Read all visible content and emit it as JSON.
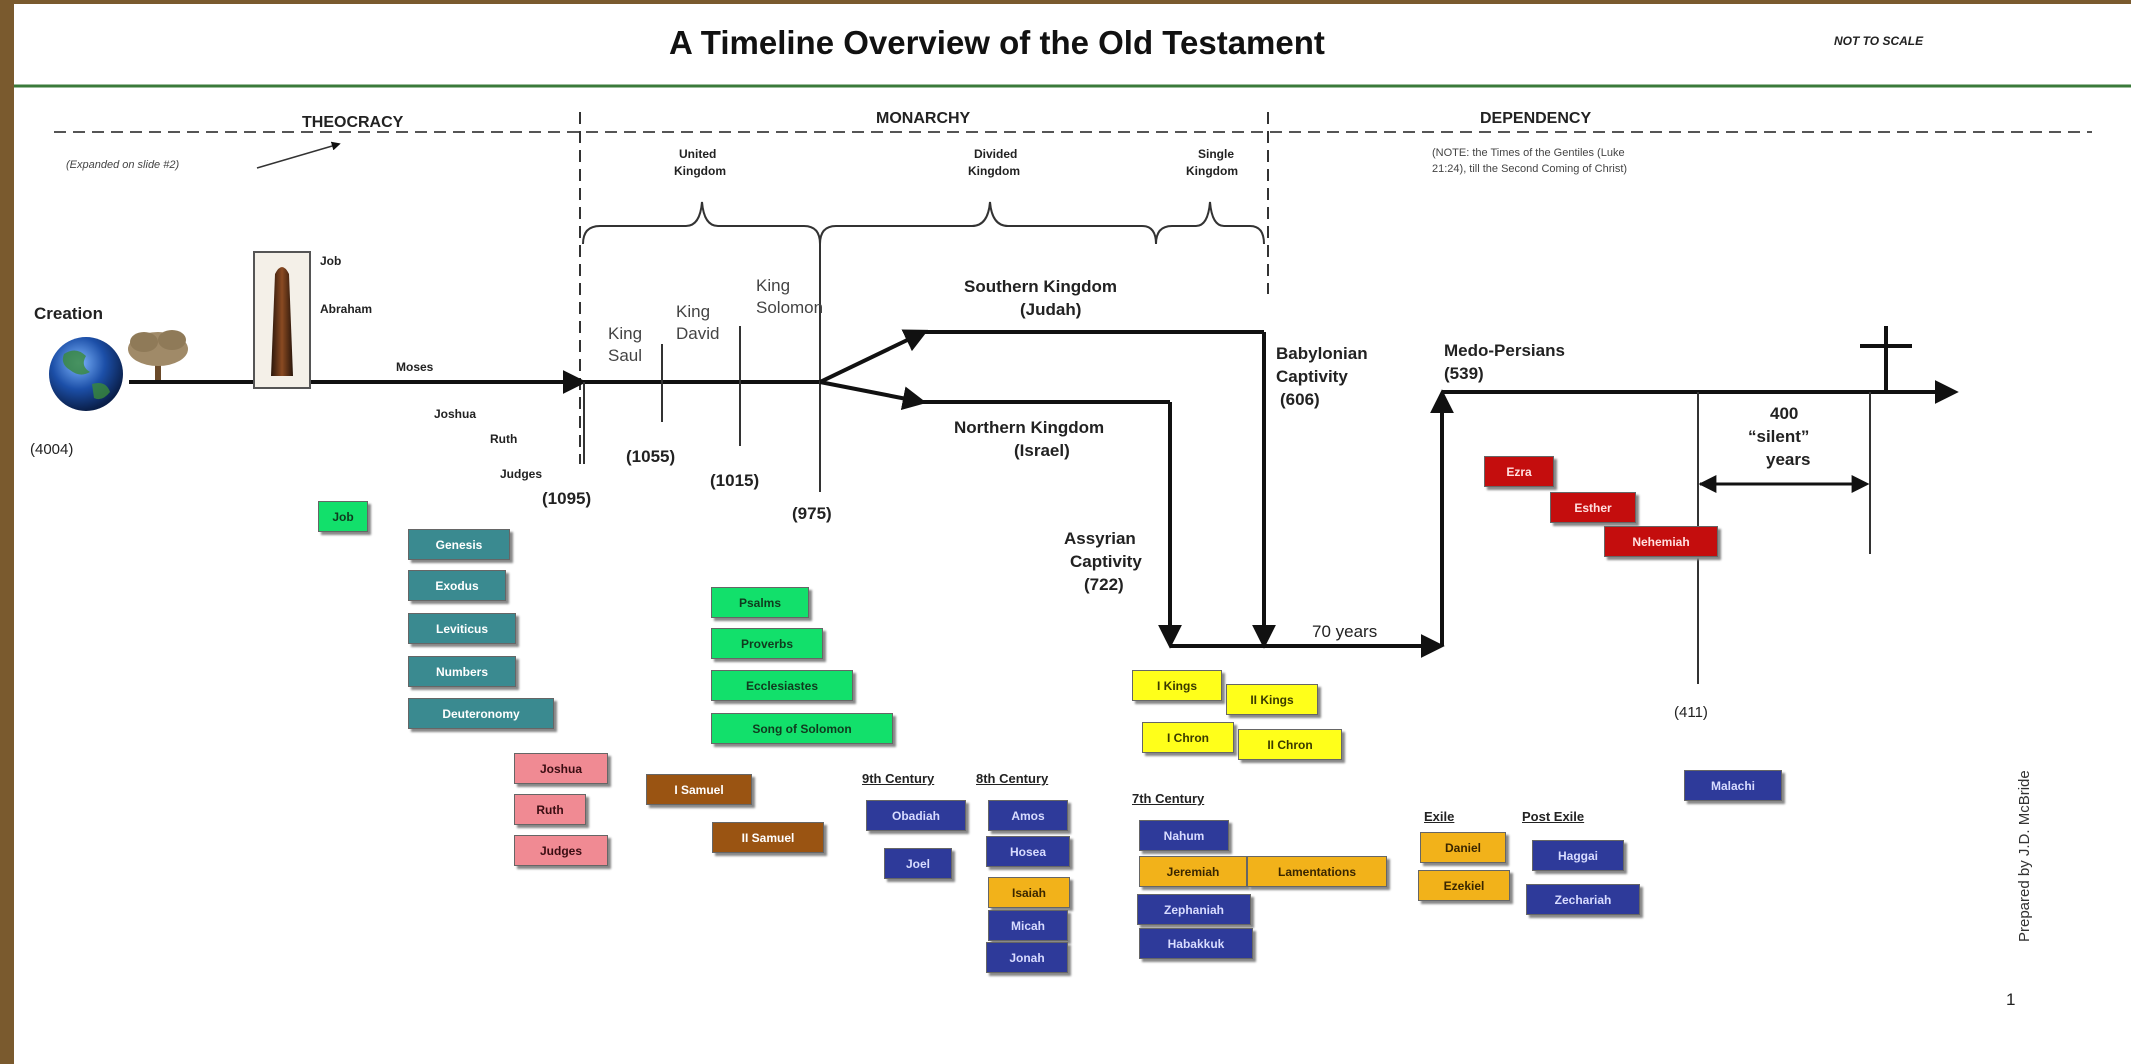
{
  "title": "A Timeline Overview of the Old Testament",
  "scale_note": "NOT TO SCALE",
  "eras": {
    "theocracy": "THEOCRACY",
    "theocracy_note": "(Expanded on slide #2)",
    "monarchy": "MONARCHY",
    "dependency": "DEPENDENCY",
    "dependency_note_line1": "(NOTE: the Times of the Gentiles (Luke",
    "dependency_note_line2": "21:24), till the Second Coming of Christ)"
  },
  "kingdoms": {
    "united_line1": "United",
    "united_line2": "Kingdom",
    "divided_line1": "Divided",
    "divided_line2": "Kingdom",
    "single_line1": "Single",
    "single_line2": "Kingdom"
  },
  "events": {
    "creation": "Creation",
    "creation_year": "(4004)",
    "job": "Job",
    "abraham": "Abraham",
    "moses": "Moses",
    "joshua": "Joshua",
    "ruth": "Ruth",
    "judges": "Judges",
    "year_1095": "(1095)",
    "king_saul_1": "King",
    "king_saul_2": "Saul",
    "year_1055": "(1055)",
    "king_david_1": "King",
    "king_david_2": "David",
    "year_1015": "(1015)",
    "king_solomon_1": "King",
    "king_solomon_2": "Solomon",
    "year_975": "(975)",
    "southern_1": "Southern Kingdom",
    "southern_2": "(Judah)",
    "northern_1": "Northern Kingdom",
    "northern_2": "(Israel)",
    "assyrian_1": "Assyrian",
    "assyrian_2": "Captivity",
    "assyrian_3": "(722)",
    "babylonian_1": "Babylonian",
    "babylonian_2": "Captivity",
    "babylonian_3": "(606)",
    "seventy_years": "70 years",
    "medo_1": "Medo-Persians",
    "medo_2": "(539)",
    "silent_1": "400",
    "silent_2": "“silent”",
    "silent_3": "years",
    "year_411": "(411)"
  },
  "sections": {
    "century_9": "9th Century",
    "century_8": "8th Century",
    "century_7": "7th Century",
    "exile": "Exile",
    "post_exile": "Post Exile"
  },
  "books": {
    "job": "Job",
    "genesis": "Genesis",
    "exodus": "Exodus",
    "leviticus": "Leviticus",
    "numbers": "Numbers",
    "deuteronomy": "Deuteronomy",
    "joshua": "Joshua",
    "ruth": "Ruth",
    "judges": "Judges",
    "psalms": "Psalms",
    "proverbs": "Proverbs",
    "ecclesiastes": "Ecclesiastes",
    "song": "Song of Solomon",
    "samuel1": "I Samuel",
    "samuel2": "II Samuel",
    "obadiah": "Obadiah",
    "joel": "Joel",
    "amos": "Amos",
    "hosea": "Hosea",
    "isaiah": "Isaiah",
    "micah": "Micah",
    "jonah": "Jonah",
    "kings1": "I Kings",
    "kings2": "II Kings",
    "chron1": "I Chron",
    "chron2": "II Chron",
    "nahum": "Nahum",
    "jeremiah": "Jeremiah",
    "lamentations": "Lamentations",
    "zephaniah": "Zephaniah",
    "habakkuk": "Habakkuk",
    "daniel": "Daniel",
    "ezekiel": "Ezekiel",
    "haggai": "Haggai",
    "zechariah": "Zechariah",
    "malachi": "Malachi",
    "ezra": "Ezra",
    "esther": "Esther",
    "nehemiah": "Nehemiah"
  },
  "credit": "Prepared by J.D. McBride",
  "page_number": "1",
  "colors": {
    "wisdom_books": "#12e06b",
    "law_books": "#3a8a90",
    "history_books": "#f08a93",
    "samuel_books": "#9a5412",
    "prophets": "#2e3a9a",
    "major_prophets": "#f2b21a",
    "kings_chronicles": "#ffff1a",
    "post_exile_history": "#c40d0d",
    "frame": "#7a5a2e",
    "title_rule": "#3a7a3a"
  }
}
